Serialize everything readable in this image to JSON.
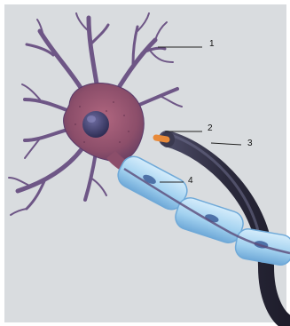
{
  "diagram": {
    "labels": [
      {
        "id": "1",
        "text": "1"
      },
      {
        "id": "2",
        "text": "2"
      },
      {
        "id": "3",
        "text": "3"
      },
      {
        "id": "4",
        "text": "4"
      }
    ]
  },
  "colors": {
    "background": "#d9dcdf",
    "cell_body": "#8c4e6a",
    "cell_edge": "#5a3a6a",
    "dendrite": "#6e5686",
    "nucleus": "#3b3a66",
    "axon_dark": "#2f2e42",
    "axon_core": "#e88a3a",
    "myelin": "#a9d6f2",
    "myelin_edge": "#6fa9d8"
  }
}
